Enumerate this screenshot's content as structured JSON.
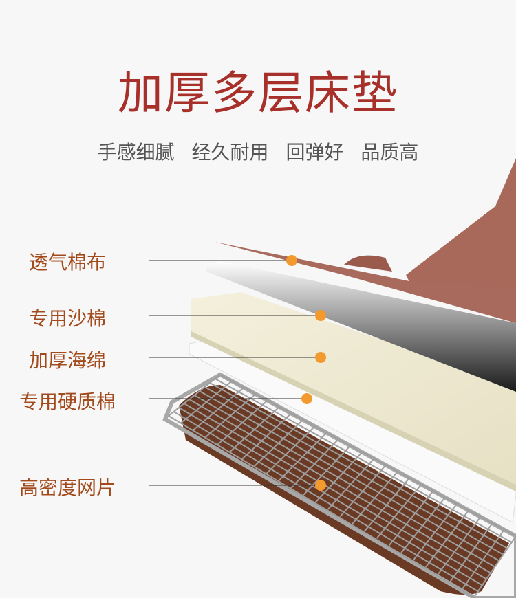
{
  "title": "加厚多层床垫",
  "features": [
    "手感细腻",
    "经久耐用",
    "回弹好",
    "品质高"
  ],
  "layers": [
    {
      "label": "透气棉布"
    },
    {
      "label": "专用沙棉"
    },
    {
      "label": "加厚海绵"
    },
    {
      "label": "专用硬质棉"
    },
    {
      "label": "高密度网片"
    }
  ],
  "colors": {
    "title": "#a8302a",
    "label": "#a24a1c",
    "dot": "#f39a2e",
    "fabric": "#a86a5c"
  }
}
